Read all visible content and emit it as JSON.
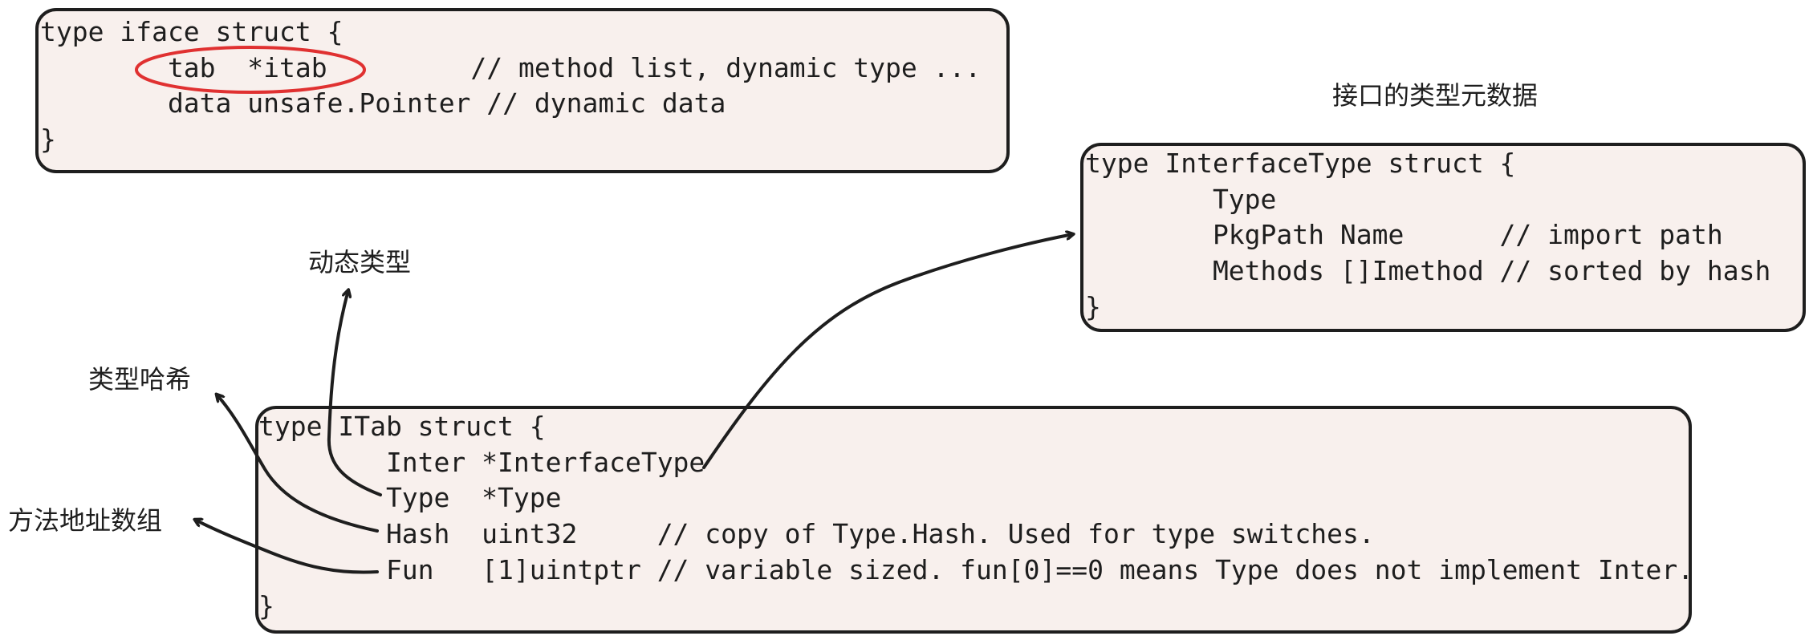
{
  "iface": {
    "lines": [
      "type iface struct {",
      "        tab  *itab         // method list, dynamic type ...",
      "        data unsafe.Pointer // dynamic data",
      "}"
    ]
  },
  "interface_type": {
    "title": "接口的类型元数据",
    "lines": [
      "type InterfaceType struct {",
      "        Type",
      "        PkgPath Name      // import path",
      "        Methods []Imethod // sorted by hash",
      "}"
    ]
  },
  "itab": {
    "lines": [
      "type ITab struct {",
      "        Inter *InterfaceType",
      "        Type  *Type",
      "        Hash  uint32     // copy of Type.Hash. Used for type switches.",
      "        Fun   [1]uintptr // variable sized. fun[0]==0 means Type does not implement Inter.",
      "}"
    ]
  },
  "annotations": {
    "dynamic_type": "动态类型",
    "type_hash": "类型哈希",
    "method_addr_array": "方法地址数组"
  },
  "colors": {
    "box_fill": "#f8f0ed",
    "stroke": "#1e1e1e",
    "highlight": "#e03131"
  }
}
